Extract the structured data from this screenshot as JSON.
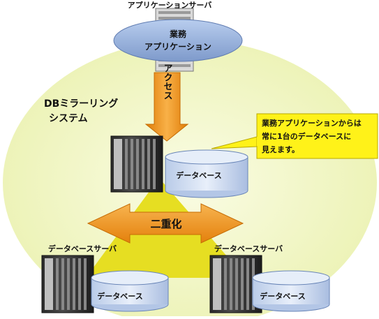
{
  "app_server": {
    "caption": "アプリケーションサーバ",
    "app_bubble_line1": "業務",
    "app_bubble_line2": "アプリケーション"
  },
  "system_name": {
    "line1": "DBミラーリング",
    "line2": "システム"
  },
  "access_arrow_label": "アクセス",
  "callout": {
    "line1": "業務アプリケーションからは",
    "line2": "常に1台のデータベースに",
    "line3": "見えます。"
  },
  "primary_db_label": "データベース",
  "duplex_label": "二重化",
  "left_server": {
    "caption": "データベースサーバ",
    "db_label": "データベース"
  },
  "right_server": {
    "caption": "データベースサーバ",
    "db_label": "データベース"
  },
  "colors": {
    "background_circle": "#f2f6c4",
    "triangle": "#e6de22",
    "arrow_orange": "#f39a1a",
    "callout_fill": "#fff219",
    "cylinder_fill": "#c9d8ee",
    "bubble_fill": "#9ab4dc"
  }
}
